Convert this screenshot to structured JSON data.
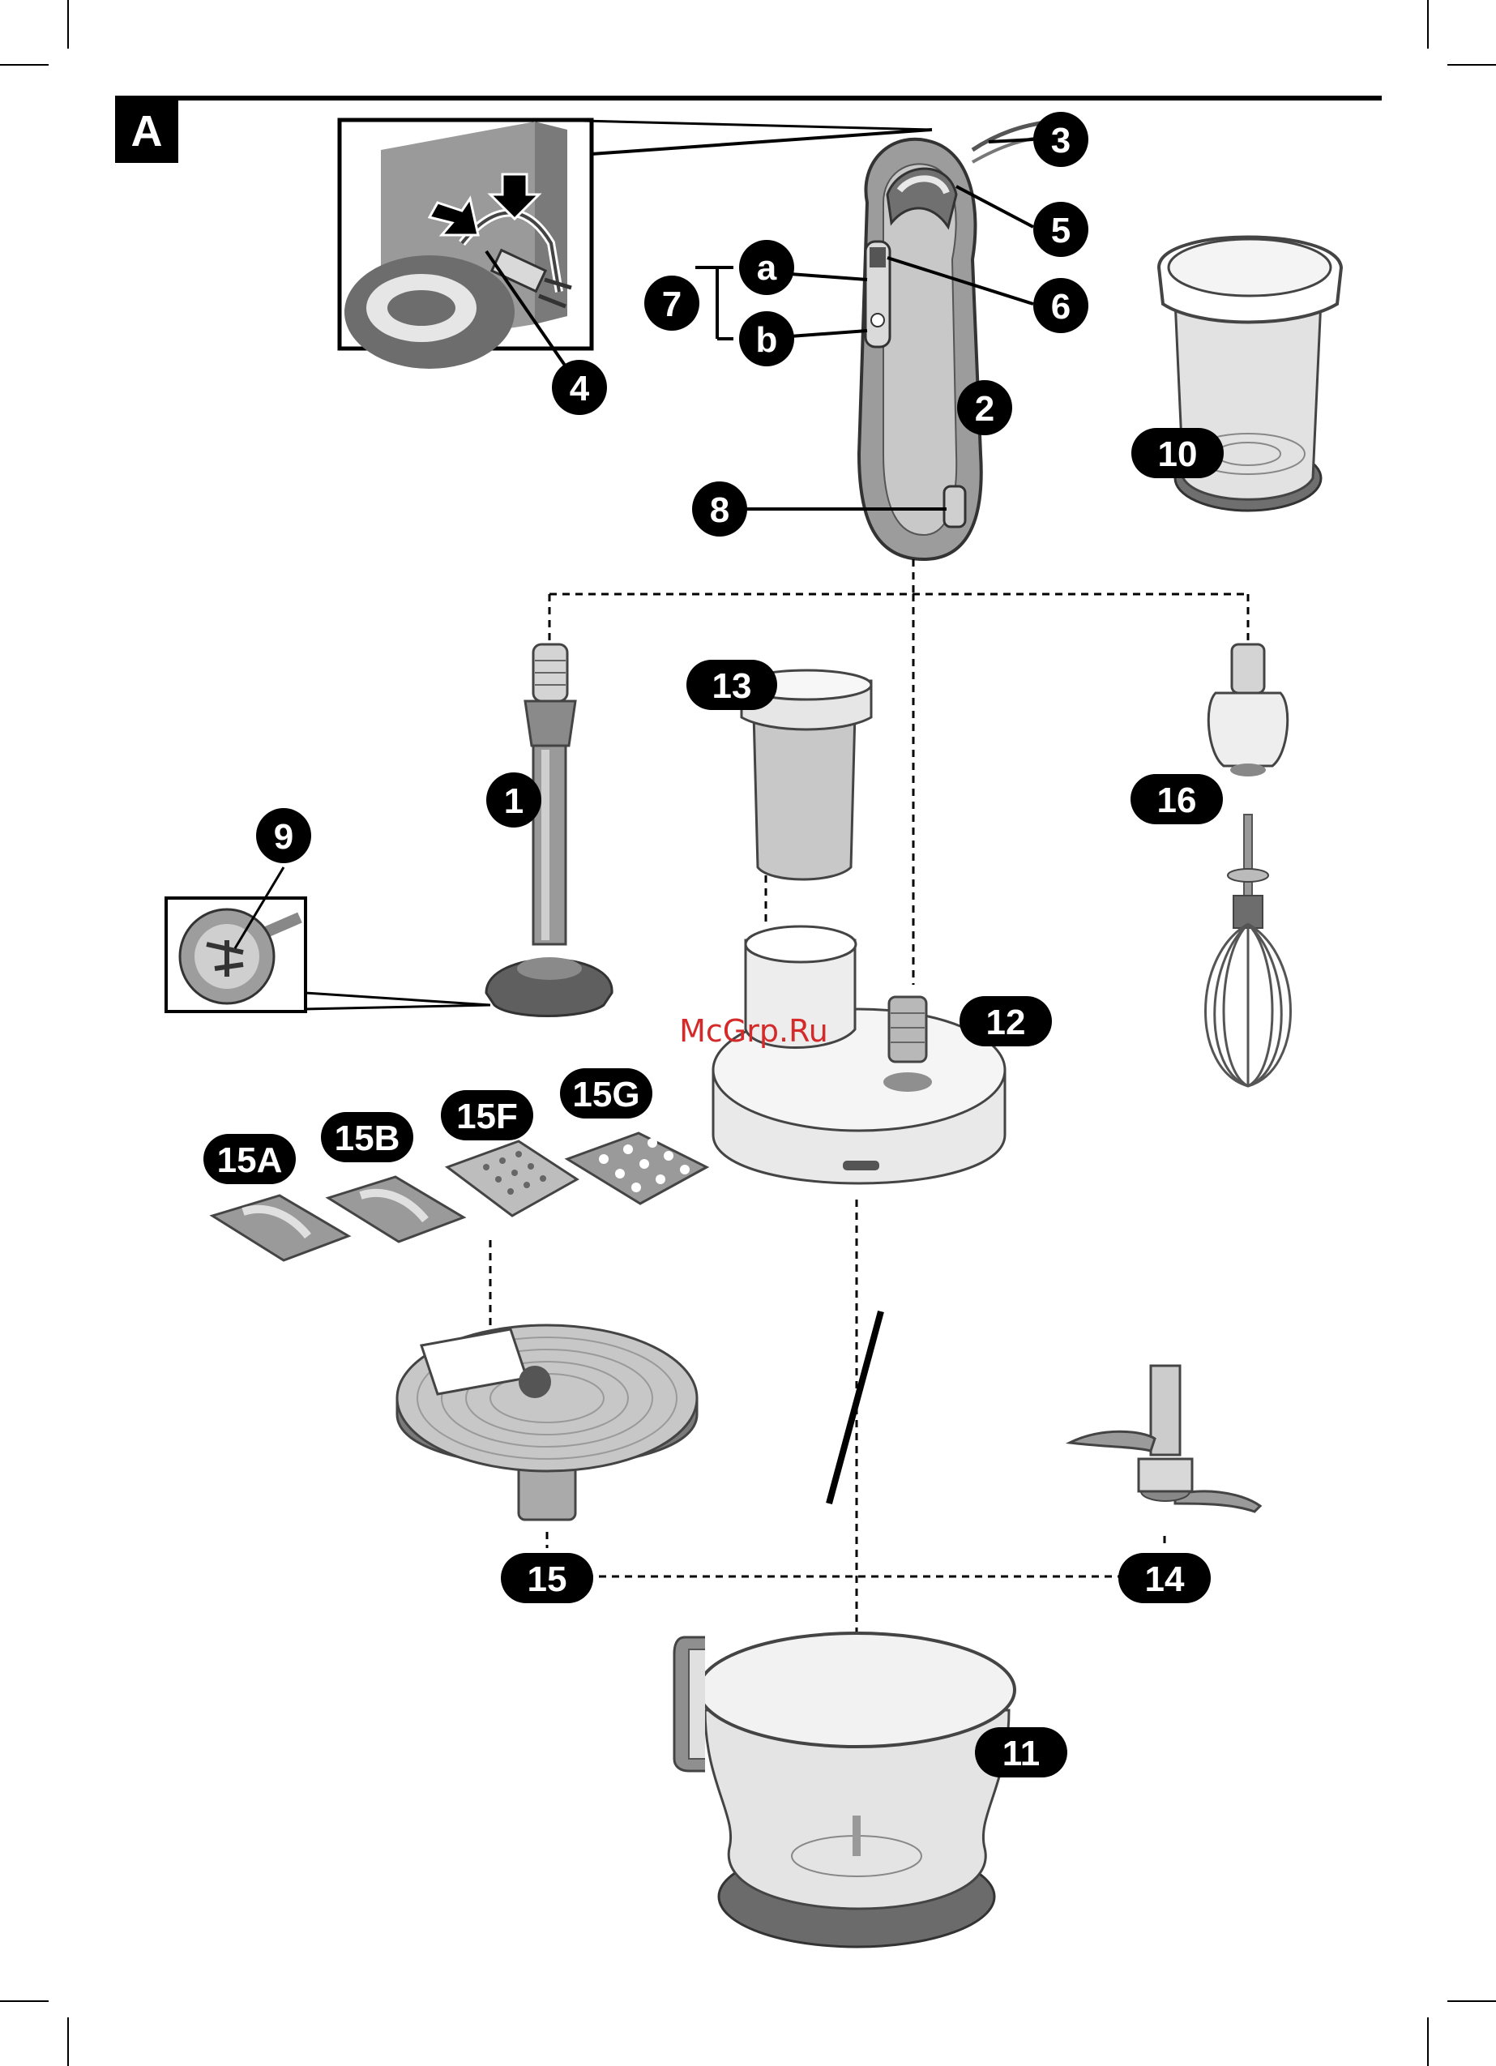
{
  "figure": {
    "section_letter": "A",
    "watermark": "McGrp.Ru"
  },
  "callouts": {
    "n1": "1",
    "n2": "2",
    "n3": "3",
    "n4": "4",
    "n5": "5",
    "n6": "6",
    "n7": "7",
    "a": "a",
    "b": "b",
    "n8": "8",
    "n9": "9",
    "n10": "10",
    "n11": "11",
    "n12": "12",
    "n13": "13",
    "n14": "14",
    "n15": "15",
    "n15a": "15A",
    "n15b": "15B",
    "n15f": "15F",
    "n15g": "15G",
    "n16": "16"
  },
  "icons": {
    "hand-blender-motor": "hand-blender-motor-icon",
    "blender-shaft": "blender-shaft-icon",
    "beaker": "measuring-beaker-icon",
    "chopper-bowl": "chopper-bowl-icon",
    "whisk": "whisk-icon",
    "slicing-disc": "slicing-disc-icon"
  }
}
